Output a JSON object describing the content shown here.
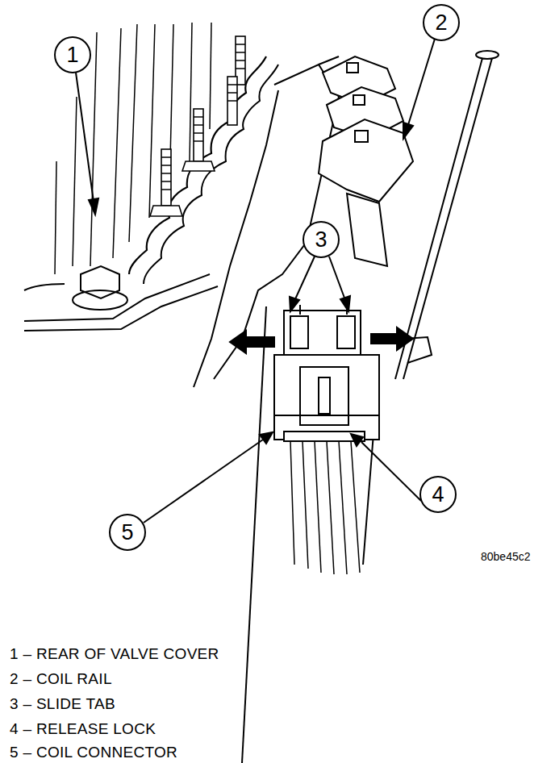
{
  "diagram": {
    "labels": [
      "1",
      "2",
      "3",
      "4",
      "5",
      "80be45c2",
      "1 – REAR OF VALVE COVER",
      "2 – COIL RAIL",
      "3 – SLIDE TAB",
      "4 – RELEASE LOCK",
      "5 – COIL CONNECTOR"
    ]
  }
}
